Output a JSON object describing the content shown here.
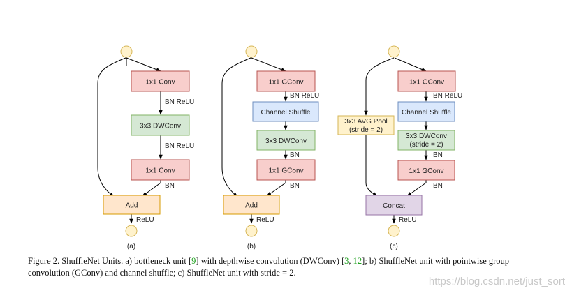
{
  "colors": {
    "conv": "#f8cecc",
    "conv_border": "#b85450",
    "dw": "#d5e8d4",
    "dw_border": "#82b366",
    "shuffle": "#dae8fc",
    "shuffle_border": "#6c8ebf",
    "add": "#ffe6cc",
    "add_border": "#d79b00",
    "pool": "#fff2cc",
    "pool_border": "#d6b656",
    "concat": "#e1d5e7",
    "concat_border": "#9673a6",
    "io_circle": "#fff2cc",
    "io_border": "#d6b656",
    "citation": "#1fa01f"
  },
  "diagrams": {
    "a": {
      "sub_label": "(a)",
      "nodes": {
        "conv1": "1x1 Conv",
        "dwconv": "3x3 DWConv",
        "conv2": "1x1 Conv",
        "add": "Add"
      },
      "edges": {
        "e1": "BN ReLU",
        "e2": "BN ReLU",
        "e3": "BN",
        "out": "ReLU"
      }
    },
    "b": {
      "sub_label": "(b)",
      "nodes": {
        "gconv1": "1x1 GConv",
        "shuffle": "Channel Shuffle",
        "dwconv": "3x3 DWConv",
        "gconv2": "1x1 GConv",
        "add": "Add"
      },
      "edges": {
        "e1": "BN ReLU",
        "e2": "BN",
        "e3": "BN",
        "out": "ReLU"
      }
    },
    "c": {
      "sub_label": "(c)",
      "nodes": {
        "gconv1": "1x1 GConv",
        "shuffle": "Channel Shuffle",
        "dwconv_line1": "3x3 DWConv",
        "dwconv_line2": "(stride = 2)",
        "gconv2": "1x1 GConv",
        "pool_line1": "3x3 AVG Pool",
        "pool_line2": "(stride = 2)",
        "concat": "Concat"
      },
      "edges": {
        "e1": "BN ReLU",
        "e2": "BN",
        "e3": "BN",
        "out": "ReLU"
      }
    }
  },
  "caption": {
    "part1": "Figure 2. ShuffleNet Units. a) bottleneck unit [",
    "cite1": "9",
    "part2": "] with depthwise convolution (DWConv) [",
    "cite2": "3",
    "part3": ", ",
    "cite3": "12",
    "part4": "]; b) ShuffleNet unit with pointwise group convolution (GConv) and channel shuffle; c) ShuffleNet unit with stride = 2."
  },
  "watermark": "https://blog.csdn.net/just_sort"
}
